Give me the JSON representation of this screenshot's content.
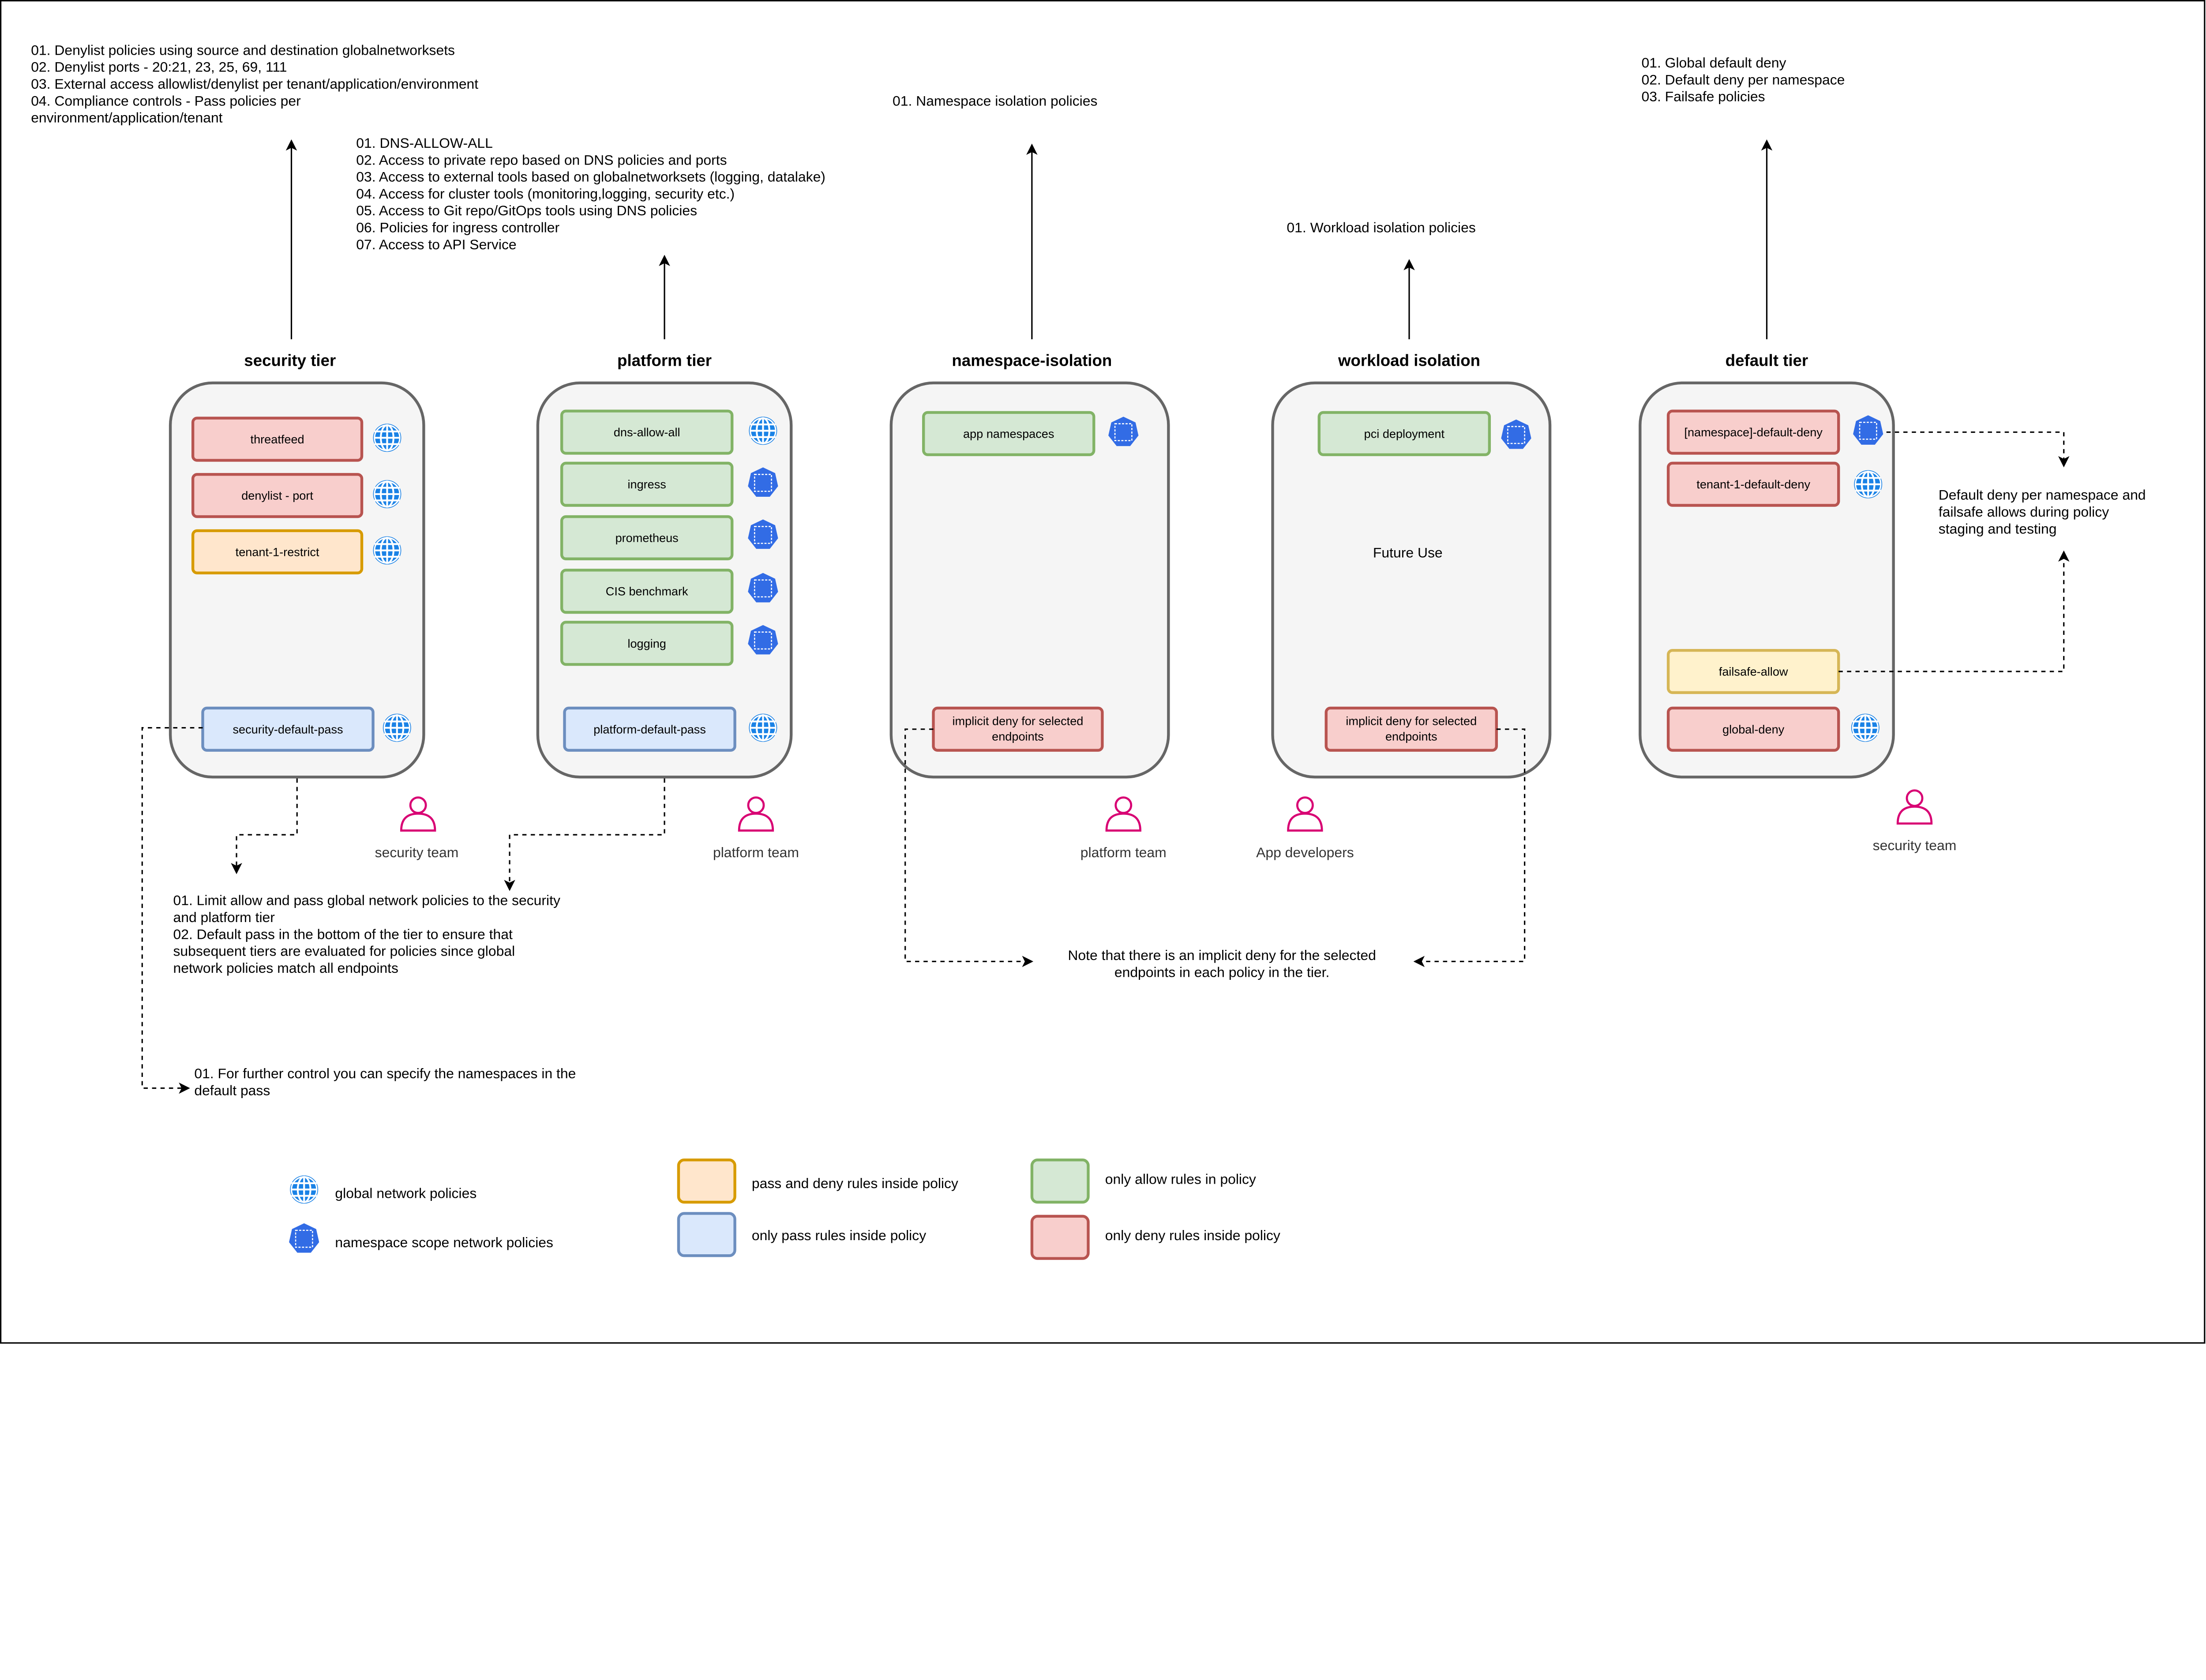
{
  "colors": {
    "deny_fill": "#f8cecc",
    "deny_stroke": "#b85450",
    "allow_fill": "#d5e8d4",
    "allow_stroke": "#82b366",
    "pass_fill": "#dae8fc",
    "pass_stroke": "#6c8ebf",
    "passdeny_fill": "#ffe6cc",
    "passdeny_stroke": "#d79b00",
    "failsafe_fill": "#fff2cc",
    "failsafe_stroke": "#d6b656",
    "tier_fill": "#f5f5f5",
    "tier_stroke": "#666666",
    "globe": "#1a82e6",
    "namespace_icon": "#326ce5",
    "person": "#d80073"
  },
  "notes": {
    "security": [
      "01. Denylist policies using source and destination globalnetworksets",
      "02. Denylist ports - 20:21, 23, 25, 69, 111",
      "03. External access allowlist/denylist per tenant/application/environment",
      "04. Compliance controls - Pass policies per",
      "environment/application/tenant"
    ],
    "platform": [
      "01. DNS-ALLOW-ALL",
      "02. Access to private repo based on DNS policies and ports",
      "03. Access to external tools based on globalnetworksets (logging, datalake)",
      "04. Access for cluster tools (monitoring,logging, security etc.)",
      "05. Access to Git repo/GitOps tools using DNS policies",
      "06. Policies for ingress controller",
      "07. Access to API Service"
    ],
    "namespace": [
      "01. Namespace isolation policies"
    ],
    "workload": [
      "01. Workload isolation policies"
    ],
    "default": [
      "01. Global default deny",
      "02. Default deny per namespace",
      "03. Failsafe policies"
    ],
    "limit": [
      "01. Limit allow and pass global network policies to the security",
      "and platform tier",
      "02. Default pass in the bottom of the tier to ensure that",
      "subsequent tiers are evaluated for policies since global",
      "network policies match all endpoints"
    ],
    "further": [
      "01. For further control you can specify the namespaces in the",
      "default pass"
    ],
    "implicit": [
      "Note that there is an implicit deny for the selected",
      "endpoints in each policy in the tier."
    ],
    "staging": [
      "Default deny per namespace and",
      "failsafe allows during policy",
      "staging and testing"
    ]
  },
  "tiers": [
    {
      "title": "security tier",
      "policies": [
        {
          "label": "threatfeed",
          "kind": "deny",
          "icon": "globe-icon"
        },
        {
          "label": "denylist - port",
          "kind": "deny",
          "icon": "globe-icon"
        },
        {
          "label": "tenant-1-restrict",
          "kind": "passdeny",
          "icon": "globe-icon"
        },
        {
          "label": "security-default-pass",
          "kind": "pass",
          "icon": "globe-icon"
        }
      ]
    },
    {
      "title": "platform tier",
      "policies": [
        {
          "label": "dns-allow-all",
          "kind": "allow",
          "icon": "globe-icon"
        },
        {
          "label": "ingress",
          "kind": "allow",
          "icon": "namespace-icon"
        },
        {
          "label": "prometheus",
          "kind": "allow",
          "icon": "namespace-icon"
        },
        {
          "label": "CIS benchmark",
          "kind": "allow",
          "icon": "namespace-icon"
        },
        {
          "label": "logging",
          "kind": "allow",
          "icon": "namespace-icon"
        },
        {
          "label": "platform-default-pass",
          "kind": "pass",
          "icon": "globe-icon"
        }
      ]
    },
    {
      "title": "namespace-isolation",
      "policies": [
        {
          "label": "app namespaces",
          "kind": "allow",
          "icon": "namespace-icon"
        },
        {
          "label": "implicit deny for selected|endpoints",
          "kind": "deny",
          "icon": ""
        }
      ]
    },
    {
      "title": "workload isolation",
      "future": "Future Use",
      "policies": [
        {
          "label": "pci deployment",
          "kind": "allow",
          "icon": "namespace-icon"
        },
        {
          "label": "implicit deny for selected|endpoints",
          "kind": "deny",
          "icon": ""
        }
      ]
    },
    {
      "title": "default tier",
      "policies": [
        {
          "label": "[namespace]-default-deny",
          "kind": "deny",
          "icon": "namespace-icon"
        },
        {
          "label": "tenant-1-default-deny",
          "kind": "deny",
          "icon": "globe-icon"
        },
        {
          "label": "failsafe-allow",
          "kind": "failsafe",
          "icon": ""
        },
        {
          "label": "global-deny",
          "kind": "deny",
          "icon": "globe-icon"
        }
      ]
    }
  ],
  "teams": [
    "security team",
    "platform team",
    "platform team",
    "App developers",
    "security team"
  ],
  "legend": {
    "global": "global network policies",
    "namespace": "namespace scope network policies",
    "passdeny": "pass and deny rules inside policy",
    "pass": "only pass rules inside policy",
    "allow": "only allow rules in policy",
    "deny": "only deny rules inside policy"
  }
}
